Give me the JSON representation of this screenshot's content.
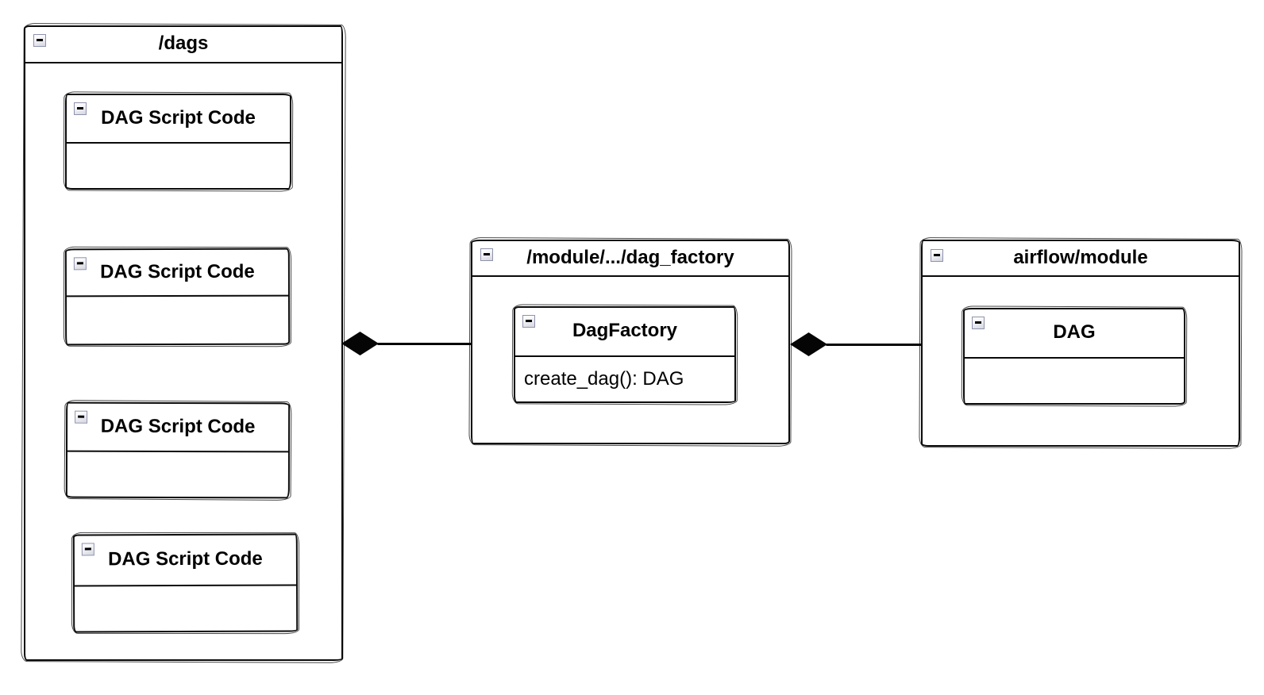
{
  "colors": {
    "background": "#ffffff",
    "stroke": "#0a0a0a",
    "collapse_button_border": "#8f93ac",
    "collapse_button_fill": "#e9eaf2"
  },
  "icons": {
    "collapse_glyph": "minus"
  },
  "folders": {
    "dags": {
      "title": "/dags",
      "classes": [
        {
          "name": "DAG Script Code"
        },
        {
          "name": "DAG Script Code"
        },
        {
          "name": "DAG Script Code"
        },
        {
          "name": "DAG Script Code"
        }
      ]
    },
    "dag_factory": {
      "title": "/module/.../dag_factory",
      "classes": [
        {
          "name": "DagFactory",
          "methods": [
            "create_dag(): DAG"
          ]
        }
      ]
    },
    "airflow_module": {
      "title": "airflow/module",
      "classes": [
        {
          "name": "DAG"
        }
      ]
    }
  },
  "relationships": [
    {
      "type": "composition",
      "diamond_end": "/dags",
      "from": "/dags",
      "to": "/module/.../dag_factory"
    },
    {
      "type": "composition",
      "diamond_end": "/module/.../dag_factory",
      "from": "/module/.../dag_factory",
      "to": "airflow/module"
    }
  ]
}
